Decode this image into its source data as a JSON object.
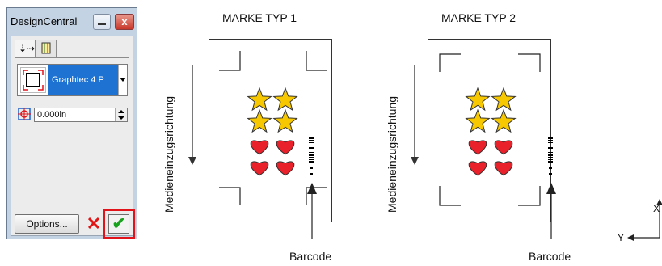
{
  "panel": {
    "title": "DesignCentral",
    "close_label": "x",
    "device_label": "Graphtec 4 P",
    "offset_value": "0.000in",
    "options_label": "Options...",
    "cancel_symbol": "✕",
    "ok_symbol": "✔"
  },
  "diagrams": [
    {
      "title": "MARKE TYP 1",
      "direction_label": "Medieneinzugsrichtung",
      "barcode_label": "Barcode"
    },
    {
      "title": "MARKE TYP 2",
      "direction_label": "Medieneinzugsrichtung",
      "barcode_label": "Barcode"
    }
  ],
  "axes": {
    "x_label": "X",
    "y_label": "Y"
  },
  "colors": {
    "star": "#f7c800",
    "heart": "#e8212b",
    "ok_highlight": "#e0141a",
    "dropdown_select": "#1e73d2"
  }
}
